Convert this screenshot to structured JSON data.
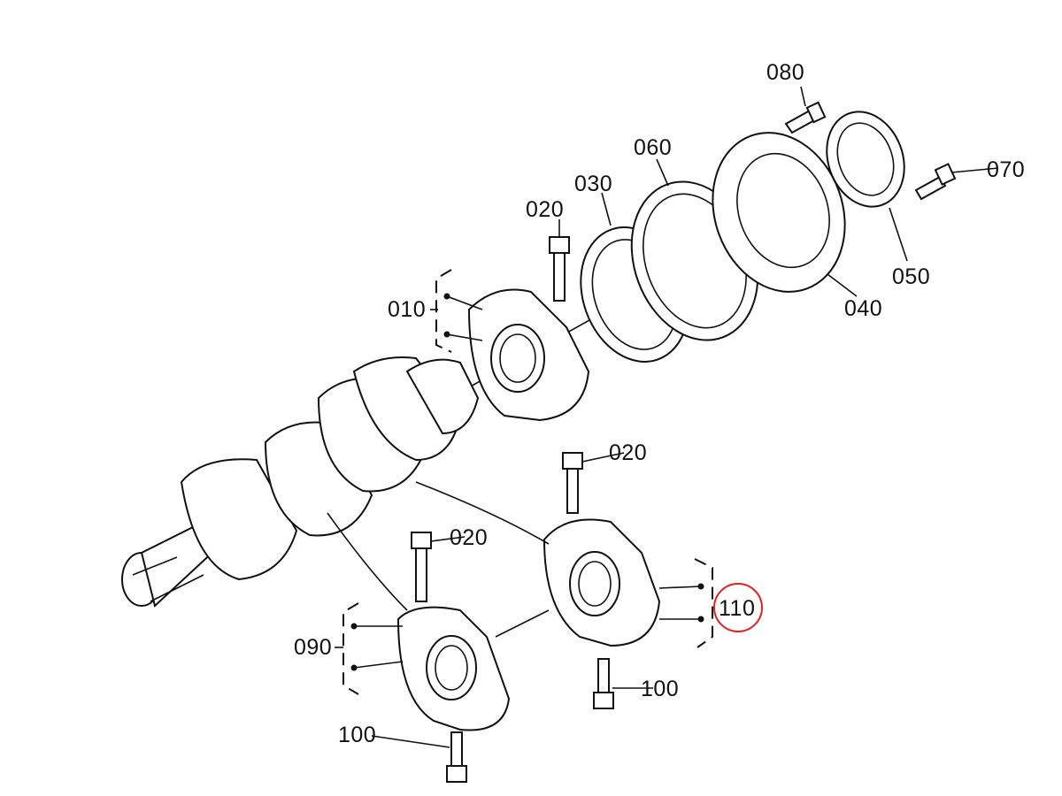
{
  "diagram": {
    "labels": {
      "p080": "080",
      "p070": "070",
      "p060": "060",
      "p030": "030",
      "p020_top": "020",
      "p050": "050",
      "p040": "040",
      "p010": "010",
      "p020_mid": "020",
      "p020_low": "020",
      "p110": "110",
      "p090": "090",
      "p100_right": "100",
      "p100_left": "100"
    },
    "highlight_color": "#e02020",
    "highlighted_part": "110"
  }
}
